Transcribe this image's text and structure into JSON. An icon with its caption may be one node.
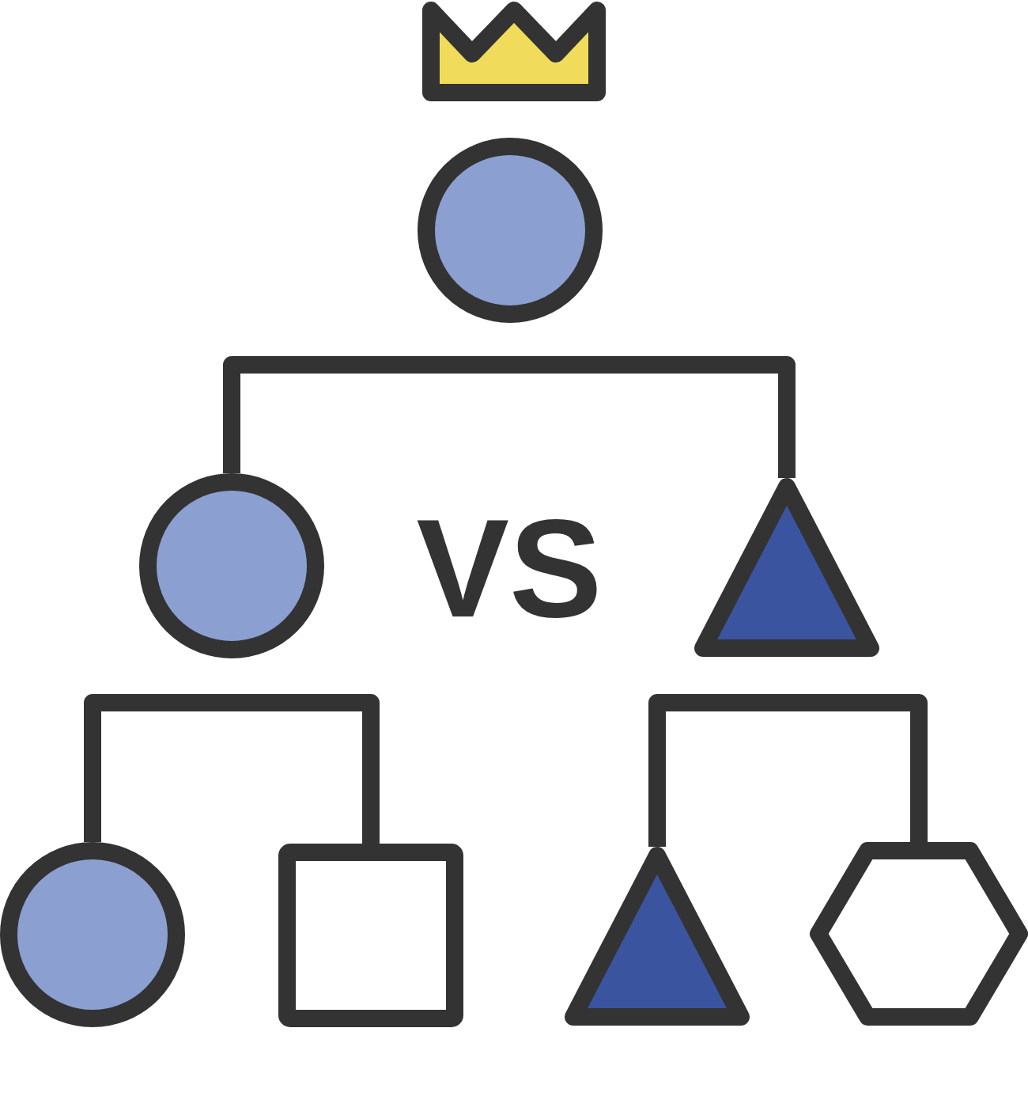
{
  "diagram": {
    "nodes": [
      {
        "text": [],
        "shape": "circle"
      },
      {
        "text": [],
        "shape": "circle"
      },
      {
        "text": [],
        "shape": "triangle"
      },
      {
        "text": [],
        "shape": "circle"
      },
      {
        "text": [],
        "shape": "box"
      },
      {
        "text": [],
        "shape": "triangle"
      },
      {
        "text": [],
        "shape": "hexagon"
      }
    ],
    "edges": [
      {
        "from": 1,
        "to": 2,
        "arrow": "none"
      },
      {
        "from": 3,
        "to": 4,
        "arrow": "none"
      },
      {
        "from": 5,
        "to": 6,
        "arrow": "none"
      }
    ],
    "labels": [
      "VS"
    ]
  }
}
